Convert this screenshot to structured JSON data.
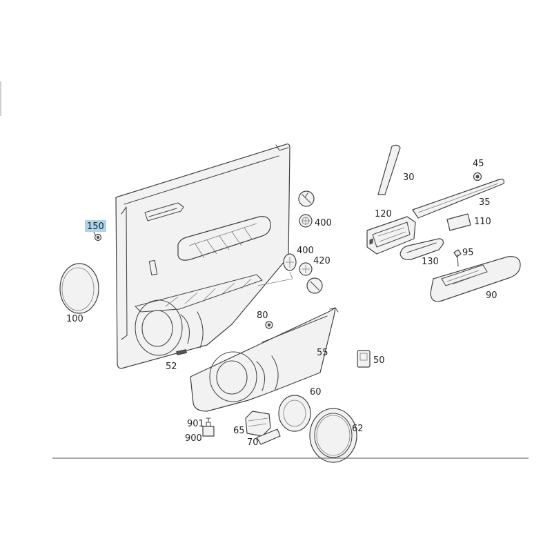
{
  "parts": {
    "p150": "150",
    "p100": "100",
    "p52": "52",
    "p400a": "400",
    "p400b": "400",
    "p420": "420",
    "p80": "80",
    "p55": "55",
    "p50": "50",
    "p60": "60",
    "p62": "62",
    "p901": "901",
    "p900": "900",
    "p65": "65",
    "p70": "70",
    "p30": "30",
    "p45": "45",
    "p35": "35",
    "p120": "120",
    "p110": "110",
    "p130": "130",
    "p95": "95",
    "p90": "90"
  },
  "highlight_color": "#a9d6ec"
}
